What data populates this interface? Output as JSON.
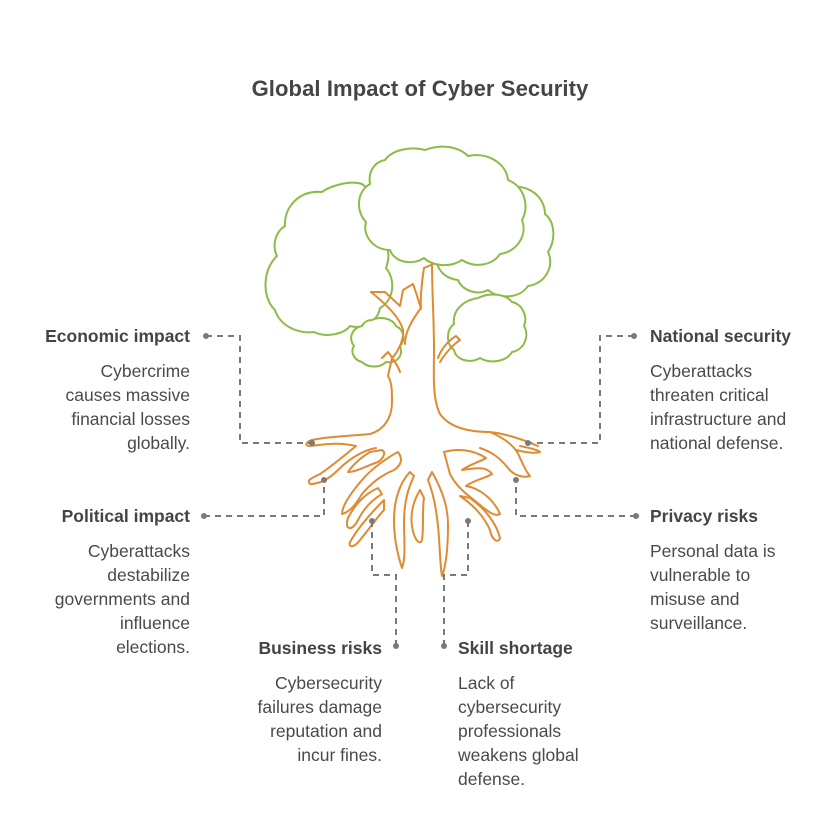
{
  "title": "Global Impact of Cyber Security",
  "colors": {
    "foliage": "#8dbb45",
    "roots": "#e08a32",
    "connector": "#7a7a7a",
    "heading_text": "#444444",
    "body_text": "#4a4a4a"
  },
  "items": [
    {
      "id": "economic-impact",
      "heading": "Economic impact",
      "description": "Cybercrime causes massive financial losses globally.",
      "lines": [
        "Cybercrime",
        "causes massive",
        "financial losses",
        "globally."
      ],
      "position": "left-upper"
    },
    {
      "id": "national-security",
      "heading": "National security",
      "description": "Cyberattacks threaten critical infrastructure and national defense.",
      "lines": [
        "Cyberattacks",
        "threaten critical",
        "infrastructure and",
        "national defense."
      ],
      "position": "right-upper"
    },
    {
      "id": "political-impact",
      "heading": "Political impact",
      "description": "Cyberattacks destabilize governments and influence elections.",
      "lines": [
        "Cyberattacks",
        "destabilize",
        "governments and",
        "influence",
        "elections."
      ],
      "position": "left-lower"
    },
    {
      "id": "privacy-risks",
      "heading": "Privacy risks",
      "description": "Personal data is vulnerable to misuse and surveillance.",
      "lines": [
        "Personal data is",
        "vulnerable to",
        "misuse and",
        "surveillance."
      ],
      "position": "right-lower"
    },
    {
      "id": "business-risks",
      "heading": "Business risks",
      "description": "Cybersecurity failures damage reputation and incur fines.",
      "lines": [
        "Cybersecurity",
        "failures damage",
        "reputation and",
        "incur fines."
      ],
      "position": "bottom-left"
    },
    {
      "id": "skill-shortage",
      "heading": "Skill shortage",
      "description": "Lack of cybersecurity professionals weakens global defense.",
      "lines": [
        "Lack of",
        "cybersecurity",
        "professionals",
        "weakens global",
        "defense."
      ],
      "position": "bottom-right"
    }
  ]
}
